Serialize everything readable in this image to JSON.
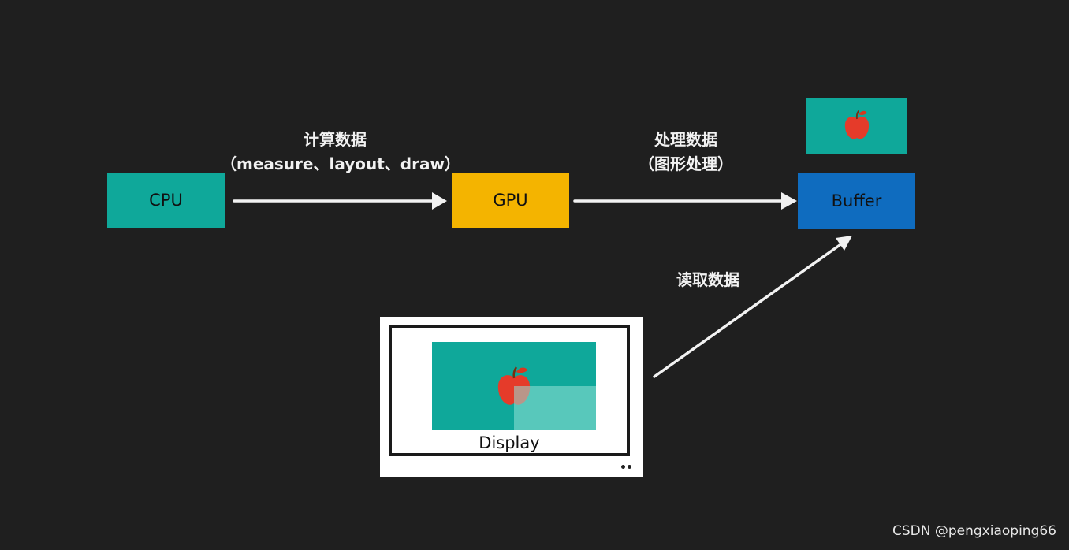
{
  "nodes": {
    "cpu": "CPU",
    "gpu": "GPU",
    "buffer": "Buffer",
    "display": "Display"
  },
  "edges": {
    "cpu_to_gpu": {
      "line1": "计算数据",
      "line2": "（measure、layout、draw）"
    },
    "gpu_to_buffer": {
      "line1": "处理数据",
      "line2": "（图形处理）"
    },
    "display_to_buffer": "读取数据"
  },
  "icons": [
    "apple-icon"
  ],
  "colors": {
    "background": "#1f1f1f",
    "cpu": "#0fa89a",
    "gpu": "#f4b400",
    "buffer": "#0f6cbf",
    "apple": "#e53b2a"
  },
  "watermark": "CSDN @pengxiaoping66"
}
